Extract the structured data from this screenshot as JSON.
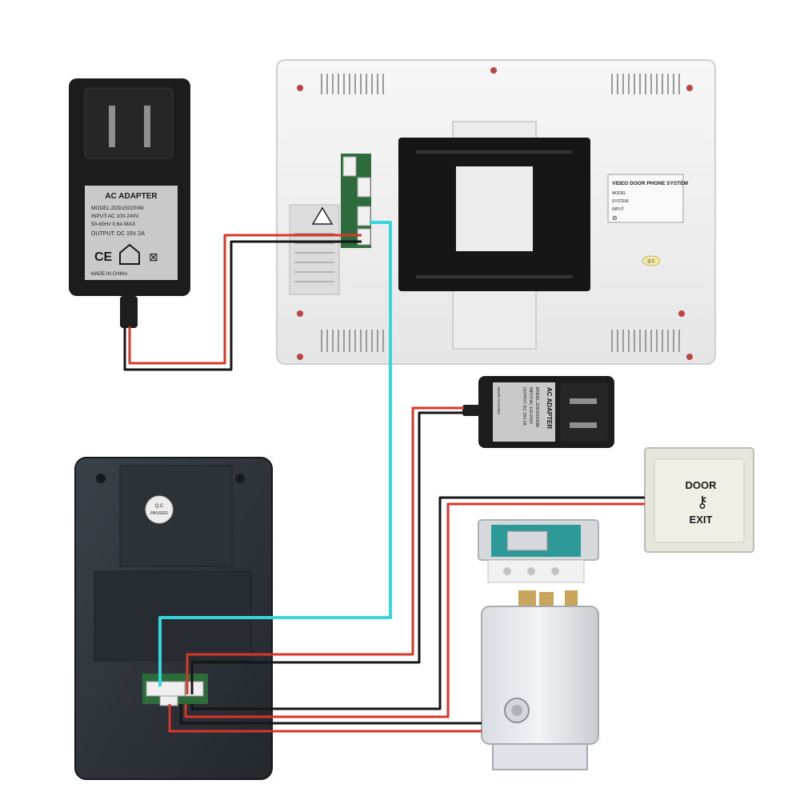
{
  "adapter_large": {
    "title": "AC ADAPTER",
    "lines": [
      "MODEL:ZDD150200M",
      "INPUT:AC 100-240V",
      "50-60Hz 0.6A MAX",
      "OUTPUT: DC 15V 2A"
    ],
    "footer": "MADE IN CHINA"
  },
  "adapter_small": {
    "title": "AC ADAPTER",
    "lines": [
      "MODEL:ZDD150200M",
      "INPUT:AC 100-240V",
      "OUTPUT: DC 15V 2A"
    ],
    "footer": "MADE IN CHINA"
  },
  "monitor": {
    "label_title": "VIDEO DOOR PHONE SYSTEM",
    "label_rows": [
      "MODEL",
      "SYSTEM",
      "INPUT"
    ],
    "qc_text": "Q.C"
  },
  "exit_button": {
    "line1": "DOOR",
    "line2": "EXIT"
  },
  "outdoor_unit": {
    "qc_line1": "Q.C",
    "qc_line2": "PASSED"
  },
  "colors": {
    "video_wire": "#35d6dc",
    "power_red": "#d9362a",
    "power_black": "#151515"
  }
}
